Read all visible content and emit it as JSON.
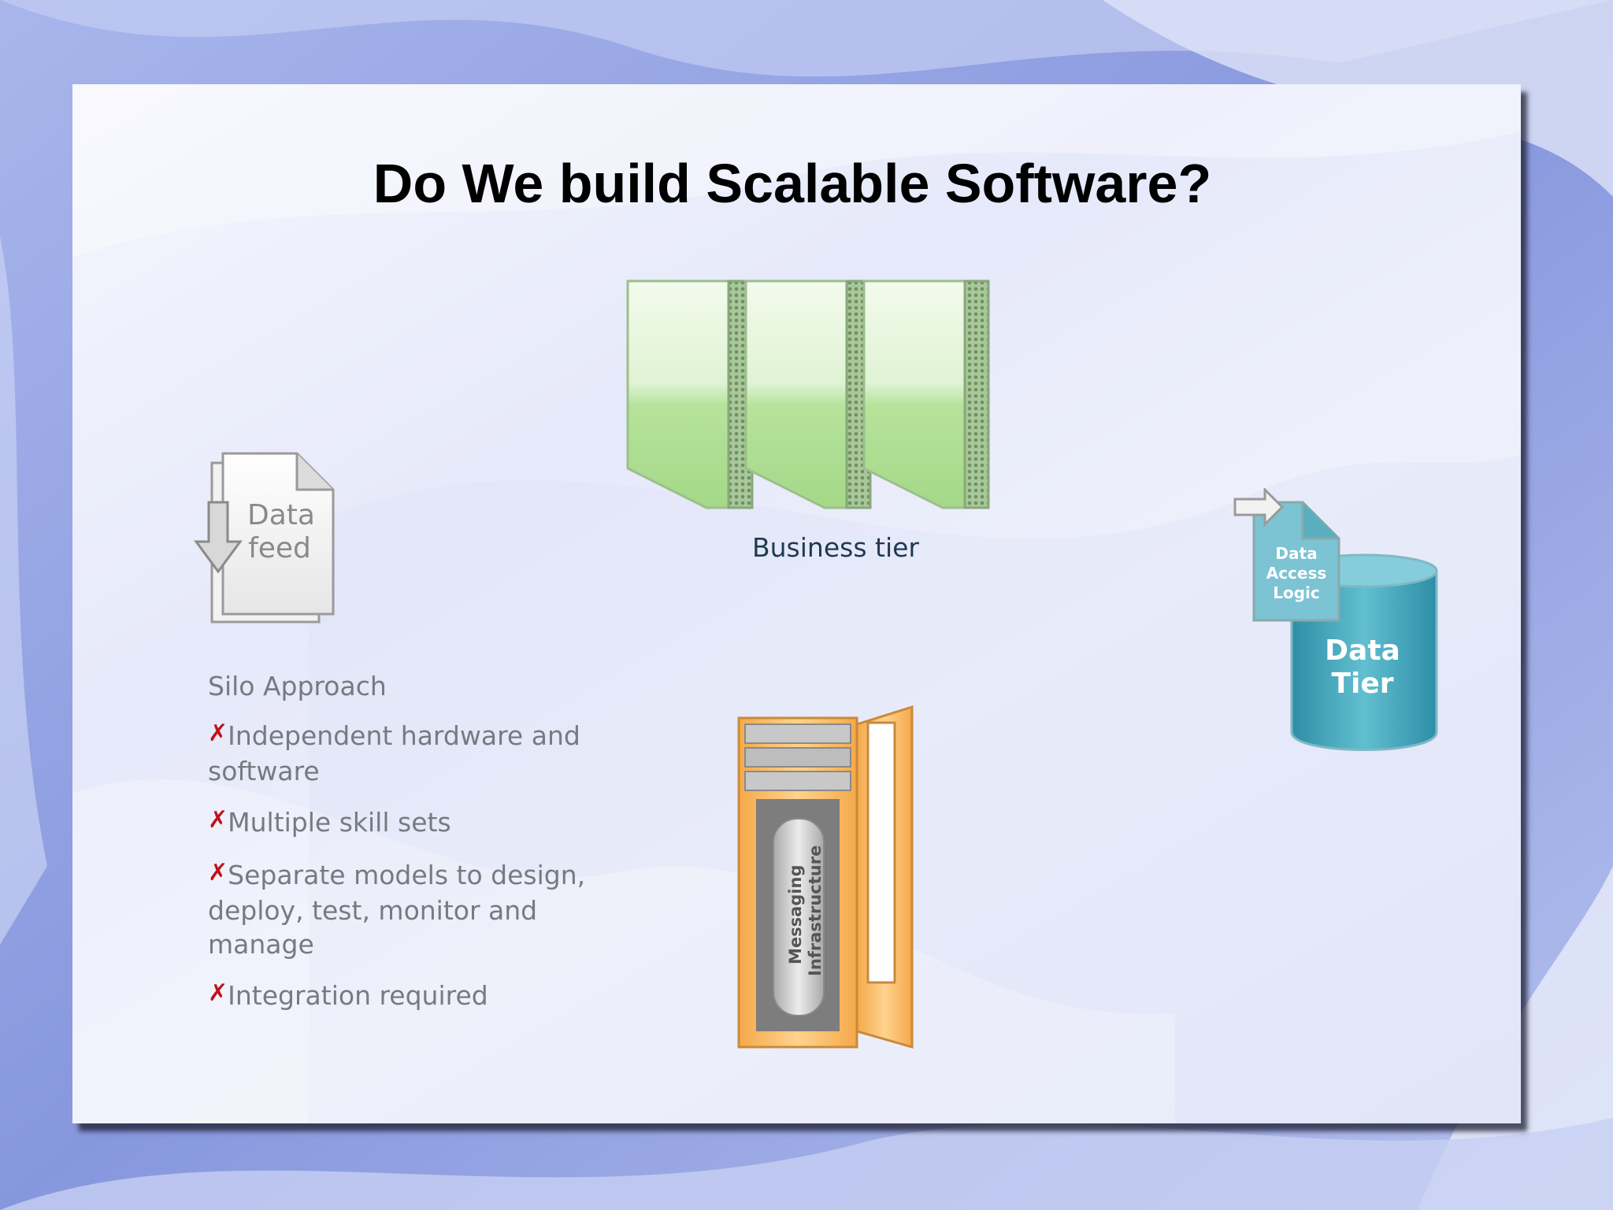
{
  "slide": {
    "title": "Do We build Scalable Software?"
  },
  "diagram": {
    "data_feed": {
      "line1": "Data",
      "line2": "feed",
      "icon": "document-arrow-icon"
    },
    "business_tier": {
      "caption": "Business tier",
      "icon": "server-blades-icon"
    },
    "data_tier": {
      "label_line1": "Data",
      "label_line2": "Tier",
      "doc_line1": "Data",
      "doc_line2": "Access",
      "doc_line3": "Logic",
      "icon": "database-cylinder-icon"
    },
    "messaging": {
      "line1": "Messaging",
      "line2": "Infrastructure",
      "icon": "server-rack-icon"
    }
  },
  "silo": {
    "heading": "Silo Approach",
    "items": [
      {
        "text": "Independent hardware and software"
      },
      {
        "text": "Multiple skill sets"
      },
      {
        "text": "Separate models to design, deploy, test, monitor and manage"
      },
      {
        "text": "Integration required"
      }
    ],
    "bullet_icon": "x-mark-icon"
  },
  "colors": {
    "background": "#8e9fe0",
    "panel": "#eef0fb",
    "title": "#000000",
    "bullet_mark": "#c0101a",
    "server_green": "#a9dc8c",
    "rack_orange": "#f7b861",
    "database_teal": "#3fa3b8"
  }
}
